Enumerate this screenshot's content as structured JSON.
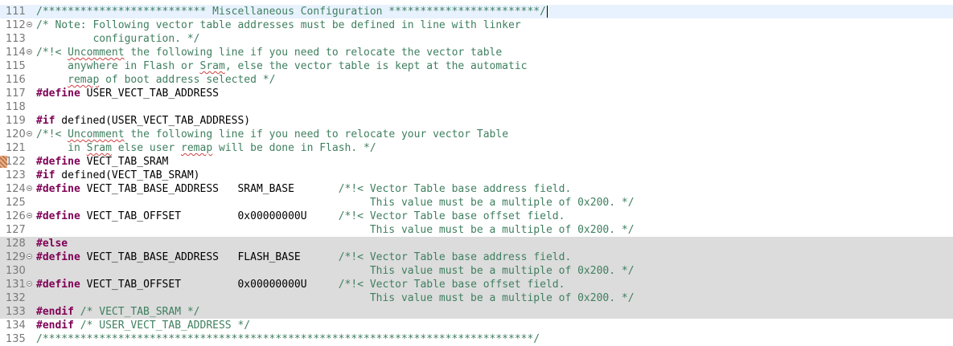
{
  "editor": {
    "colors": {
      "comment": "#3f7f5f",
      "keyword": "#7f0055",
      "inactive_bg": "#dcdcdc",
      "current_line_bg": "#e8f2fe",
      "line_number": "#787878"
    },
    "lines": [
      {
        "num": "111",
        "current": true,
        "caret_after": true,
        "tokens": [
          {
            "t": "c",
            "text": "/************************** Miscellaneous Configuration ************************/"
          }
        ]
      },
      {
        "num": "112",
        "fold": true,
        "tokens": [
          {
            "t": "c",
            "text": "/* Note: Following vector table addresses must be defined in line with linker"
          }
        ]
      },
      {
        "num": "113",
        "tokens": [
          {
            "t": "c",
            "text": "         configuration. */"
          }
        ]
      },
      {
        "num": "114",
        "fold": true,
        "tokens": [
          {
            "t": "c",
            "text": "/*!< "
          },
          {
            "t": "c",
            "text": "Uncomment",
            "sq": true
          },
          {
            "t": "c",
            "text": " the following line if you need to relocate the vector table"
          }
        ]
      },
      {
        "num": "115",
        "tokens": [
          {
            "t": "c",
            "text": "     anywhere in Flash or "
          },
          {
            "t": "c",
            "text": "Sram",
            "sq": true
          },
          {
            "t": "c",
            "text": ", else the vector table is kept at the automatic"
          }
        ]
      },
      {
        "num": "116",
        "tokens": [
          {
            "t": "c",
            "text": "     "
          },
          {
            "t": "c",
            "text": "remap",
            "sq": true
          },
          {
            "t": "c",
            "text": " of boot address selected */"
          }
        ]
      },
      {
        "num": "117",
        "tokens": [
          {
            "t": "k",
            "text": "#define"
          },
          {
            "t": "p",
            "text": " USER_VECT_TAB_ADDRESS"
          }
        ]
      },
      {
        "num": "118",
        "tokens": []
      },
      {
        "num": "119",
        "tokens": [
          {
            "t": "k",
            "text": "#if"
          },
          {
            "t": "p",
            "text": " defined(USER_VECT_TAB_ADDRESS)"
          }
        ]
      },
      {
        "num": "120",
        "fold": true,
        "tokens": [
          {
            "t": "c",
            "text": "/*!< "
          },
          {
            "t": "c",
            "text": "Uncomment",
            "sq": true
          },
          {
            "t": "c",
            "text": " the following line if you need to relocate your vector Table"
          }
        ]
      },
      {
        "num": "121",
        "tokens": [
          {
            "t": "c",
            "text": "     in "
          },
          {
            "t": "c",
            "text": "Sram",
            "sq": true
          },
          {
            "t": "c",
            "text": " else user "
          },
          {
            "t": "c",
            "text": "remap",
            "sq": true
          },
          {
            "t": "c",
            "text": " will be done in Flash. */"
          }
        ]
      },
      {
        "num": "122",
        "marker": true,
        "tokens": [
          {
            "t": "k",
            "text": "#define"
          },
          {
            "t": "p",
            "text": " VECT_TAB_SRAM"
          }
        ]
      },
      {
        "num": "123",
        "tokens": [
          {
            "t": "k",
            "text": "#if"
          },
          {
            "t": "p",
            "text": " defined(VECT_TAB_SRAM)"
          }
        ]
      },
      {
        "num": "124",
        "fold": true,
        "tokens": [
          {
            "t": "k",
            "text": "#define"
          },
          {
            "t": "p",
            "text": " VECT_TAB_BASE_ADDRESS   SRAM_BASE       "
          },
          {
            "t": "c",
            "text": "/*!< Vector Table base address field."
          }
        ]
      },
      {
        "num": "125",
        "tokens": [
          {
            "t": "c",
            "text": "                                                     This value must be a multiple of 0x200. */"
          }
        ]
      },
      {
        "num": "126",
        "fold": true,
        "tokens": [
          {
            "t": "k",
            "text": "#define"
          },
          {
            "t": "p",
            "text": " VECT_TAB_OFFSET         0x00000000U     "
          },
          {
            "t": "c",
            "text": "/*!< Vector Table base offset field."
          }
        ]
      },
      {
        "num": "127",
        "tokens": [
          {
            "t": "c",
            "text": "                                                     This value must be a multiple of 0x200. */"
          }
        ]
      },
      {
        "num": "128",
        "inactive": true,
        "tokens": [
          {
            "t": "k",
            "text": "#else"
          }
        ]
      },
      {
        "num": "129",
        "fold": true,
        "inactive": true,
        "tokens": [
          {
            "t": "k",
            "text": "#define"
          },
          {
            "t": "p",
            "text": " VECT_TAB_BASE_ADDRESS   FLASH_BASE      "
          },
          {
            "t": "c",
            "text": "/*!< Vector Table base address field."
          }
        ]
      },
      {
        "num": "130",
        "inactive": true,
        "tokens": [
          {
            "t": "c",
            "text": "                                                     This value must be a multiple of 0x200. */"
          }
        ]
      },
      {
        "num": "131",
        "fold": true,
        "inactive": true,
        "tokens": [
          {
            "t": "k",
            "text": "#define"
          },
          {
            "t": "p",
            "text": " VECT_TAB_OFFSET         0x00000000U     "
          },
          {
            "t": "c",
            "text": "/*!< Vector Table base offset field."
          }
        ]
      },
      {
        "num": "132",
        "inactive": true,
        "tokens": [
          {
            "t": "c",
            "text": "                                                     This value must be a multiple of 0x200. */"
          }
        ]
      },
      {
        "num": "133",
        "inactive": true,
        "tokens": [
          {
            "t": "k",
            "text": "#endif"
          },
          {
            "t": "c",
            "text": " /* VECT_TAB_SRAM */"
          }
        ]
      },
      {
        "num": "134",
        "tokens": [
          {
            "t": "k",
            "text": "#endif"
          },
          {
            "t": "c",
            "text": " /* USER_VECT_TAB_ADDRESS */"
          }
        ]
      },
      {
        "num": "135",
        "tokens": [
          {
            "t": "c",
            "text": "/******************************************************************************/"
          }
        ]
      }
    ]
  }
}
